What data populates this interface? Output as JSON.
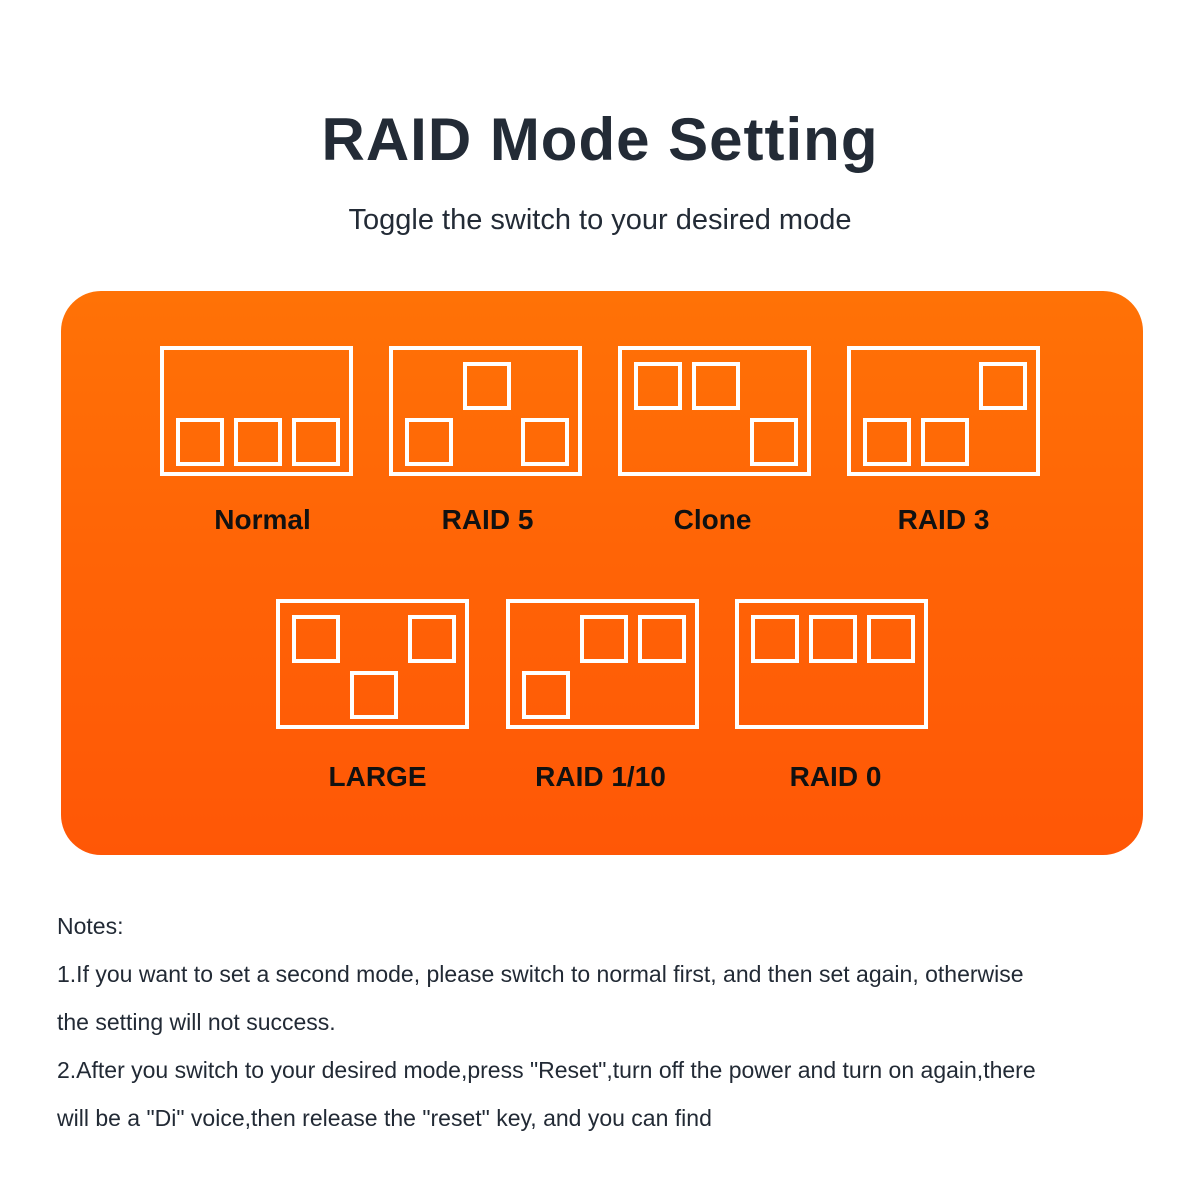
{
  "header": {
    "title": "RAID Mode Setting",
    "subtitle": "Toggle the switch to your desired mode"
  },
  "modes": [
    {
      "label": "Normal"
    },
    {
      "label": "RAID 5"
    },
    {
      "label": "Clone"
    },
    {
      "label": "RAID 3"
    },
    {
      "label": "LARGE"
    },
    {
      "label": "RAID 1/10"
    },
    {
      "label": "RAID 0"
    }
  ],
  "notes": {
    "heading": "Notes:",
    "line1a": "1.If you want to set a second mode, please switch to normal first, and then set again, otherwise",
    "line1b": "the setting will not success.",
    "line2a": "2.After you switch to your desired mode,press \"Reset\",turn off the power and turn on again,there",
    "line2b": "will be a \"Di\" voice,then release the \"reset\" key, and you can find"
  },
  "colors": {
    "panel_top": "#ff7206",
    "panel_bottom": "#ff5706",
    "title_text": "#232b36"
  }
}
